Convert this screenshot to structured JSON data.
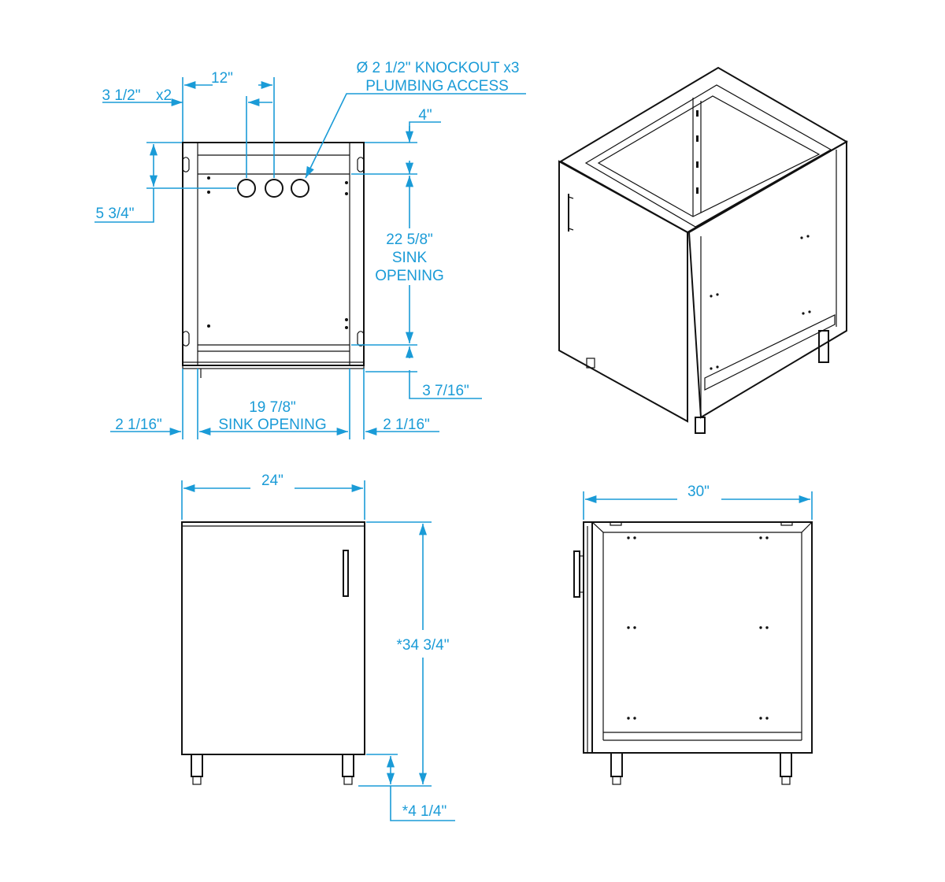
{
  "colors": {
    "dimension": "#1a9bd7",
    "object": "#111111",
    "background": "#ffffff"
  },
  "top_view": {
    "dim_width_12": "12\"",
    "dim_offset_3_5": "3 1/2\"",
    "dim_x2": "x2",
    "knockout_line1": "Ø 2 1/2\"   KNOCKOUT x3",
    "knockout_line2": "PLUMBING ACCESS",
    "dim_4": "4\"",
    "dim_5_75": "5 3/4\"",
    "dim_sink_depth": "22 5/8\"",
    "dim_sink_depth_l2": "SINK",
    "dim_sink_depth_l3": "OPENING",
    "dim_3_7_16": "3 7/16\"",
    "dim_sink_width": "19 7/8\"",
    "dim_sink_width_l2": "SINK OPENING",
    "dim_left_margin": "2 1/16\"",
    "dim_right_margin": "2 1/16\""
  },
  "front_view": {
    "dim_width": "24\"",
    "dim_height": "*34 3/4\"",
    "dim_leg": "*4 1/4\""
  },
  "side_view": {
    "dim_depth": "30\""
  }
}
